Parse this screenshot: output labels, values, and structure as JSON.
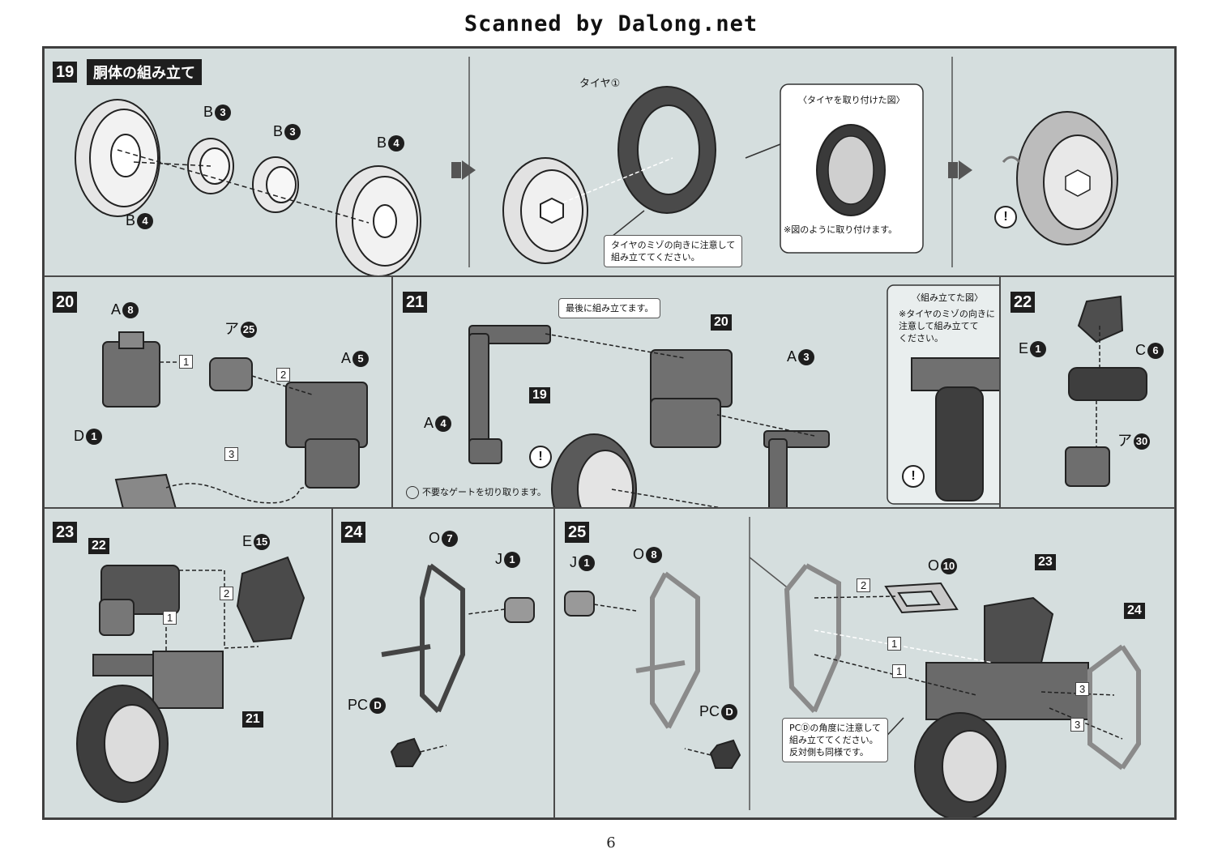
{
  "header": {
    "text": "Scanned by Dalong.net"
  },
  "footer": {
    "page_number": "6"
  },
  "step19": {
    "number": "19",
    "title": "胴体の組み立て",
    "labels": {
      "b3a": "B",
      "b3a_n": "3",
      "b3b": "B",
      "b3b_n": "3",
      "b4a": "B",
      "b4a_n": "4",
      "b4b": "B",
      "b4b_n": "4"
    },
    "tire_label": "タイヤ①",
    "inset_title": "〈タイヤを取り付けた図〉",
    "inset_note": "※図のように取り付けます。",
    "tread_note_1": "タイヤのミゾの向きに注意して",
    "tread_note_2": "組み立ててください。"
  },
  "step20": {
    "number": "20",
    "labels": {
      "a8": "A",
      "a8_n": "8",
      "a25": "ア",
      "a25_n": "25",
      "a5": "A",
      "a5_n": "5",
      "d1": "D",
      "d1_n": "1"
    },
    "seq": [
      "1",
      "2",
      "3"
    ]
  },
  "step21": {
    "number": "21",
    "last_note": "最後に組み立てます。",
    "ref20": "20",
    "ref19": "19",
    "labels": {
      "a4": "A",
      "a4_n": "4",
      "a3": "A",
      "a3_n": "3"
    },
    "gate_note": "不要なゲートを切り取ります。",
    "inset_title": "〈組み立てた図〉",
    "inset_note_1": "※タイヤのミゾの向きに",
    "inset_note_2": "注意して組み立てて",
    "inset_note_3": "ください。"
  },
  "step22": {
    "number": "22",
    "labels": {
      "e1": "E",
      "e1_n": "1",
      "c6": "C",
      "c6_n": "6",
      "a30": "ア",
      "a30_n": "30"
    }
  },
  "step23": {
    "number": "23",
    "ref22": "22",
    "ref21": "21",
    "labels": {
      "e15": "E",
      "e15_n": "15"
    },
    "seq": [
      "1",
      "2"
    ]
  },
  "step24": {
    "number": "24",
    "labels": {
      "o7": "O",
      "o7_n": "7",
      "j1": "J",
      "j1_n": "1",
      "pcd": "PC",
      "pcd_n": "D"
    }
  },
  "step25": {
    "number": "25",
    "labels": {
      "j1": "J",
      "j1_n": "1",
      "o8": "O",
      "o8_n": "8",
      "o10": "O",
      "o10_n": "10",
      "pcd": "PC",
      "pcd_n": "D"
    },
    "ref23": "23",
    "ref24": "24",
    "seq": [
      "2",
      "1",
      "1",
      "3",
      "3"
    ],
    "angle_note_1": "PCⒹの角度に注意して",
    "angle_note_2": "組み立ててください。",
    "angle_note_3": "反対側も同様です。"
  },
  "colors": {
    "panel_bg": "#d5dede",
    "ink": "#1e1e1e",
    "part_gray": "#6a6a6a",
    "light_gray": "#c8c8c8"
  }
}
